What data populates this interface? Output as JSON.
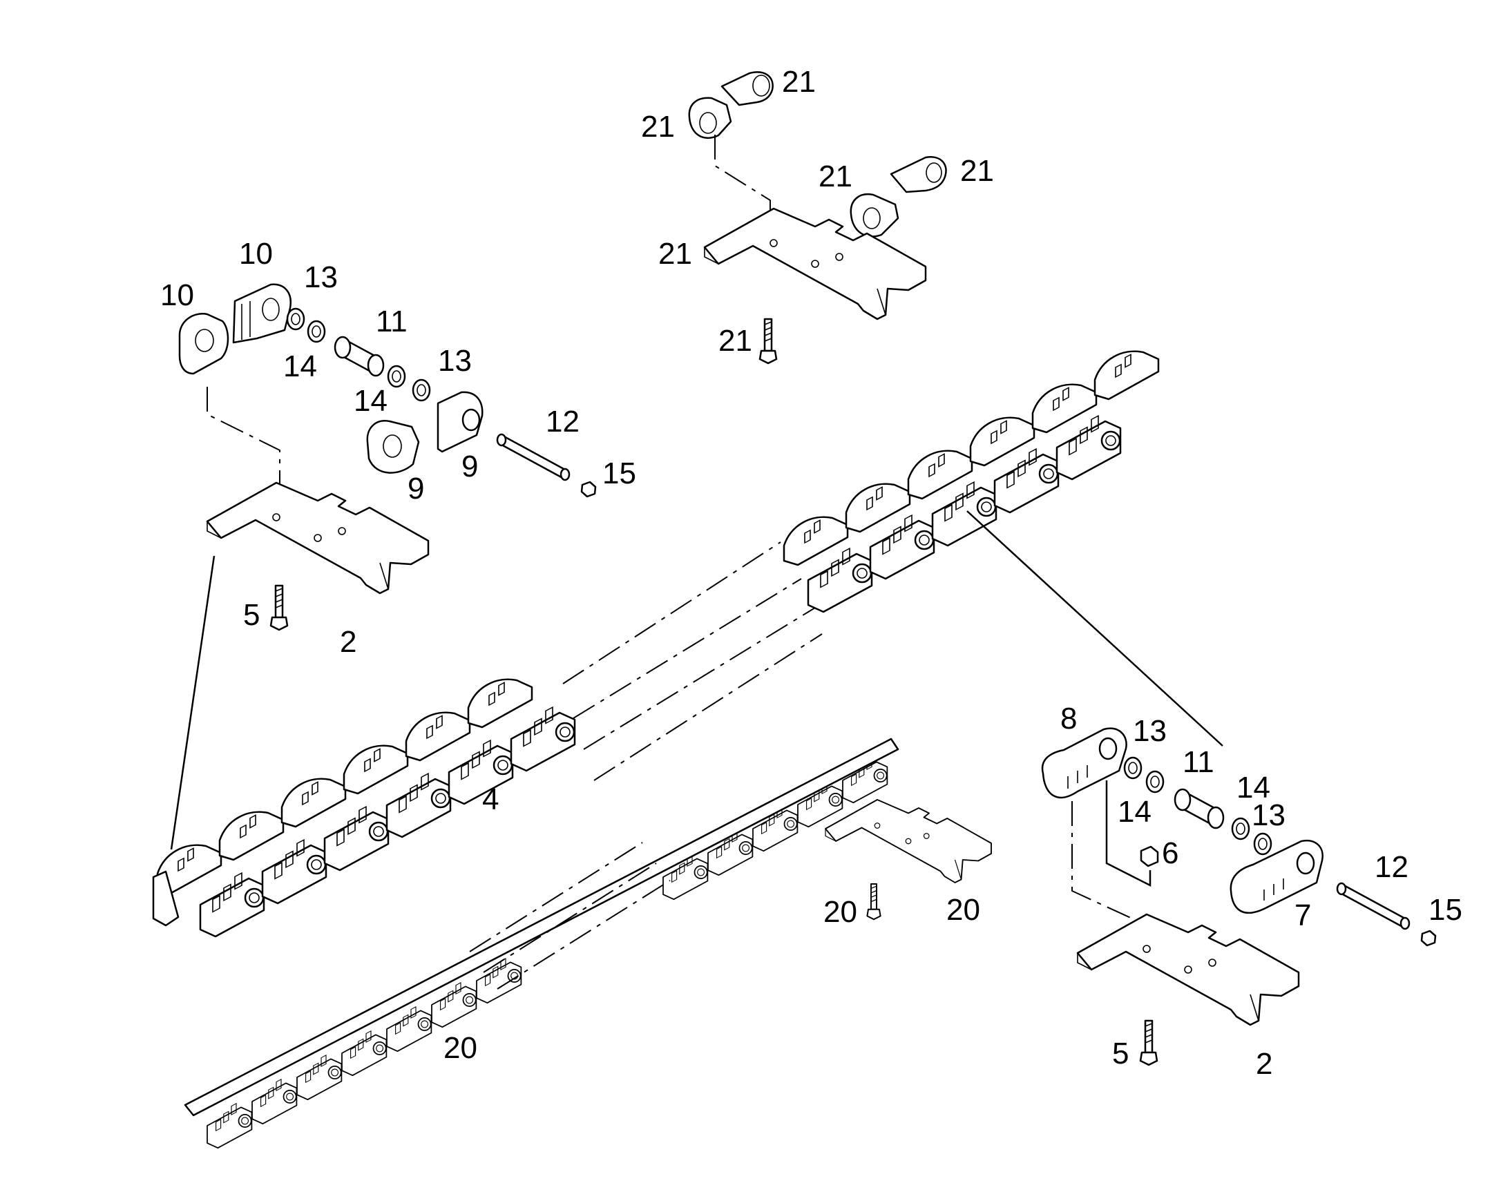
{
  "labels": {
    "l21a": "21",
    "l21b": "21",
    "l21c": "21",
    "l21d": "21",
    "l21e": "21",
    "l21f": "21",
    "l10a": "10",
    "l10b": "10",
    "l13a": "13",
    "l13b": "13",
    "l13c": "13",
    "l13d": "13",
    "l11a": "11",
    "l11b": "11",
    "l14a": "14",
    "l14b": "14",
    "l14c": "14",
    "l14d": "14",
    "l12a": "12",
    "l12b": "12",
    "l9a": "9",
    "l9b": "9",
    "l15a": "15",
    "l15b": "15",
    "l5a": "5",
    "l5b": "5",
    "l2a": "2",
    "l2b": "2",
    "l4": "4",
    "l8": "8",
    "l6": "6",
    "l7": "7",
    "l20a": "20",
    "l20b": "20",
    "l20c": "20"
  }
}
